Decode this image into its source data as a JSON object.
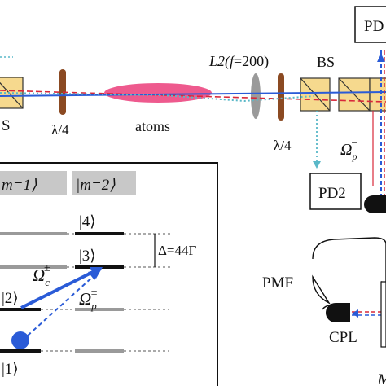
{
  "labels": {
    "pd_top": "PD",
    "pd2": "PD2",
    "bs_left_partial": "S",
    "bs_right": "BS",
    "lens": "L2(",
    "lens_f": "f",
    "lens_value": "=200)",
    "qwp_left": "λ/4",
    "qwp_right": "λ/4",
    "atoms": "atoms",
    "omega_p_minus": "Ω",
    "omega_p_minus_sub": "p",
    "omega_p_minus_sup": "−",
    "pmf": "PMF",
    "cpl": "CPL",
    "bottom_partial": "M"
  },
  "level_diagram": {
    "header_m1": "m=1⟩",
    "header_m2": "|m=2⟩",
    "state_4": "|4⟩",
    "state_3": "|3⟩",
    "state_2": "|2⟩",
    "state_1": "|1⟩",
    "detuning": "Δ=44Γ",
    "omega_c": "Ω",
    "omega_c_sub": "c",
    "omega_c_sup": "±",
    "omega_p": "Ω",
    "omega_p_sub": "p",
    "omega_p_sup": "±"
  },
  "colors": {
    "beam_blue": "#2a5bd7",
    "beam_red": "#d8283a",
    "beam_cyan": "#5ab8c8",
    "atoms_pink": "#ee5a8e",
    "splitter_yellow": "#f6d98e",
    "waveplate_brown": "#8b4a22",
    "lens_gray": "#9a9a9a",
    "header_gray": "#c8c8c8"
  }
}
